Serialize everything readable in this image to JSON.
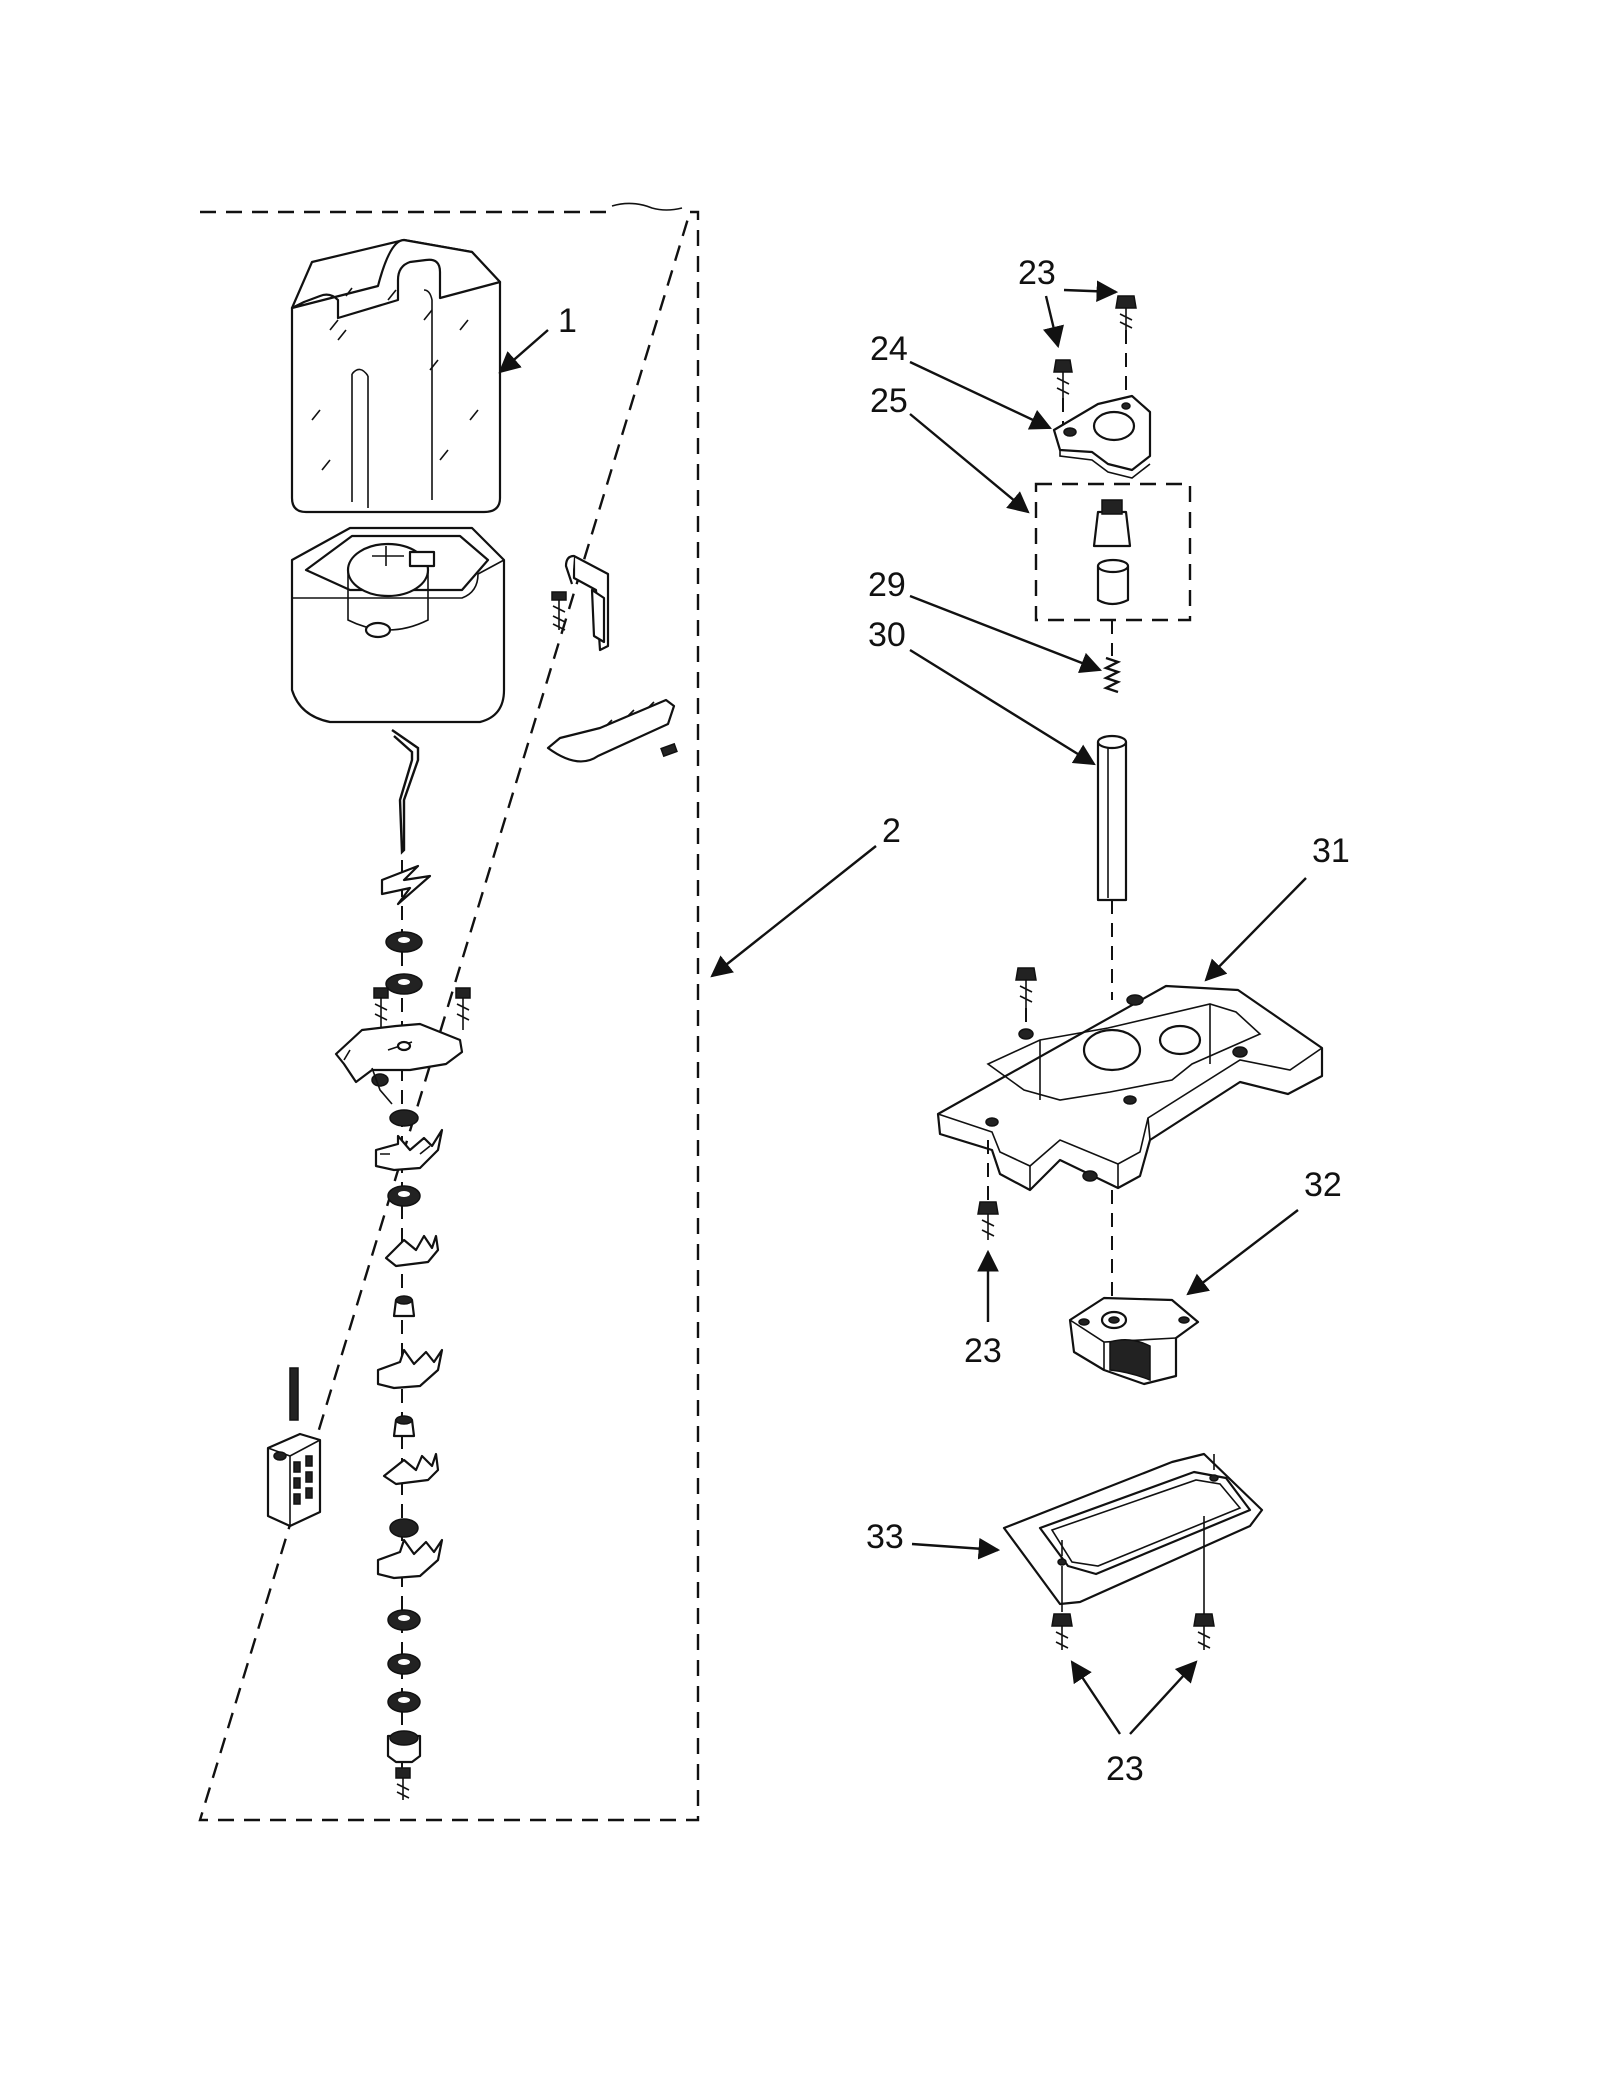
{
  "diagram": {
    "callouts": {
      "c1": "1",
      "c2": "2",
      "c23a": "23",
      "c24": "24",
      "c25": "25",
      "c29": "29",
      "c30": "30",
      "c31": "31",
      "c32": "32",
      "c23b": "23",
      "c33": "33",
      "c23c": "23"
    }
  }
}
